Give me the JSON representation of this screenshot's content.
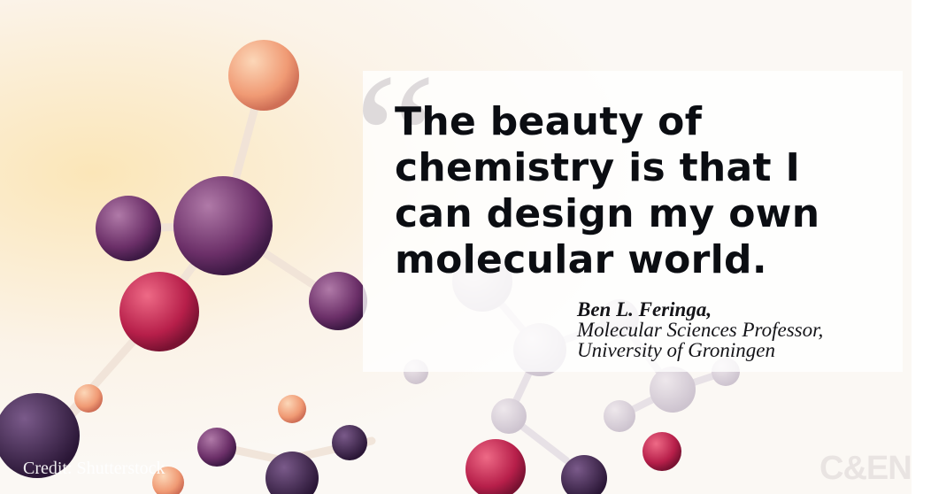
{
  "quote": {
    "lines": [
      "The beauty of",
      "chemistry is that I",
      "can design my own",
      "molecular world."
    ]
  },
  "attribution": {
    "name": "Ben L. Feringa,",
    "title": "Molecular Sciences Professor,",
    "affiliation": "University of Groningen"
  },
  "credit": "Credit: Shutterstock",
  "brand": "C&EN",
  "colors": {
    "background": "#fbf8f4",
    "atom_purple": "#7b3a78",
    "atom_magenta": "#c2224e",
    "atom_peach": "#f2a27a",
    "quote_text": "#0b0d12"
  },
  "icons": [
    "quotation-mark-icon",
    "molecule-illustration"
  ]
}
